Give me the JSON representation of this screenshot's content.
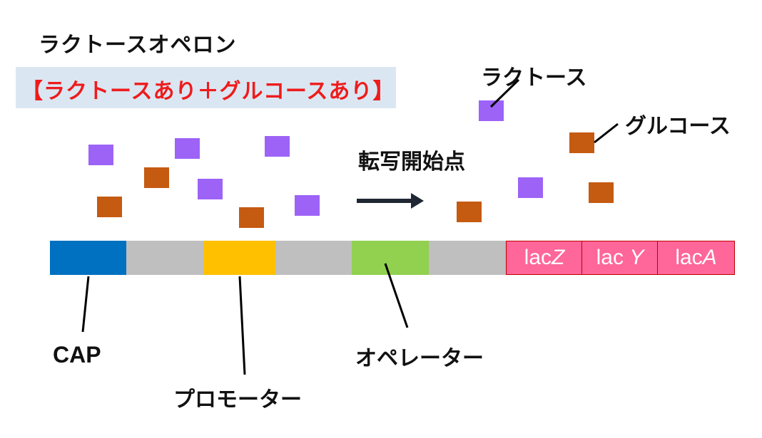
{
  "title": "ラクトースオペロン",
  "condition": "【ラクトースあり＋グルコースあり】",
  "labels": {
    "transcription_start": "転写開始点",
    "lactose": "ラクトース",
    "glucose": "グルコース",
    "cap": "CAP",
    "promoter": "プロモーター",
    "operator": "オペレーター"
  },
  "genes": [
    {
      "base": "lac",
      "suffix": "Z"
    },
    {
      "base": "lac",
      "suffix": "Y"
    },
    {
      "base": "lac",
      "suffix": "A"
    }
  ],
  "colors": {
    "lactose": "#9d63f7",
    "glucose": "#c55a11",
    "cap": "#0070c0",
    "promoter": "#ffc000",
    "operator": "#92d050",
    "dna_spacer": "#bfbfbf",
    "gene": "#ff6699",
    "condition_text": "#ee1c1c",
    "condition_background": "#dae7f3"
  }
}
